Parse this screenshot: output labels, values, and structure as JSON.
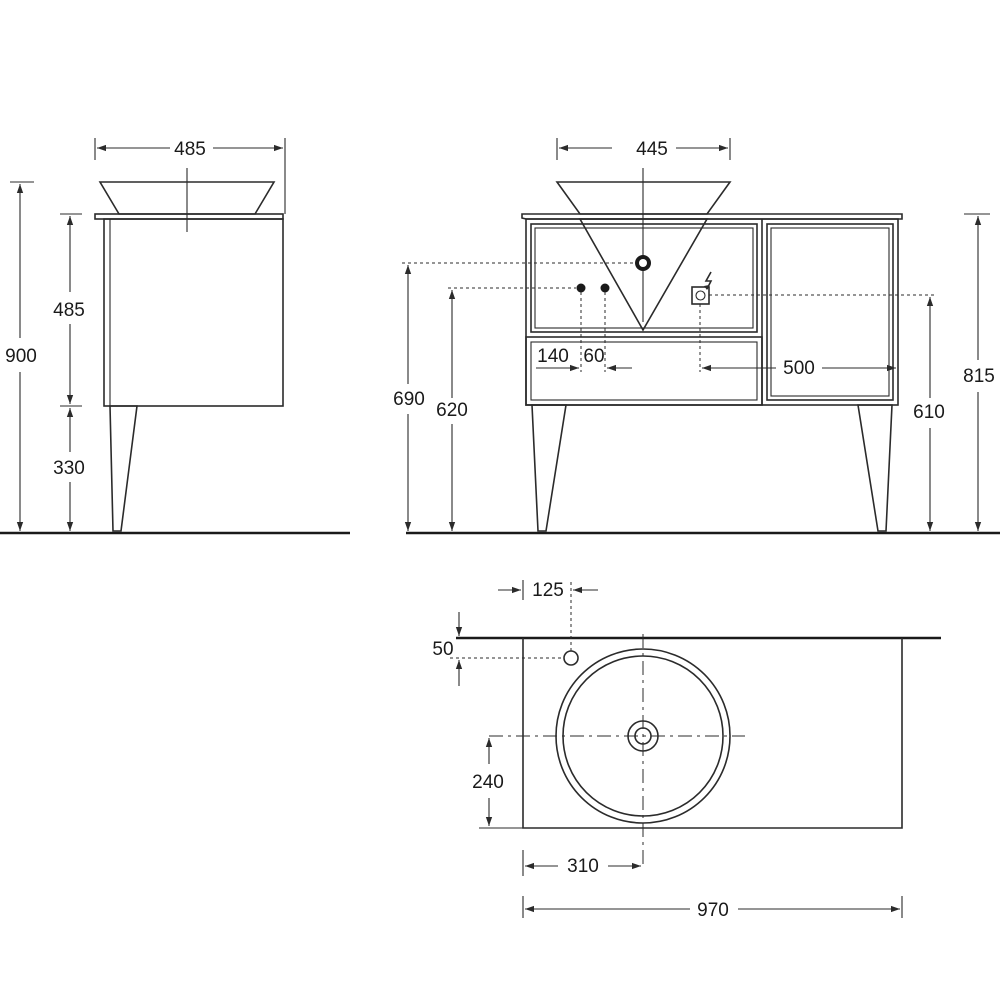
{
  "dimensions": {
    "side_top_width": "485",
    "side_total_height": "900",
    "side_cabinet_height": "485",
    "side_leg_height": "330",
    "front_basin_width": "445",
    "front_total_height": "815",
    "front_waste_height": "690",
    "front_supply_height": "620",
    "front_socket_height": "610",
    "front_supply_offset": "140",
    "front_supply_spacing": "60",
    "front_socket_offset": "500",
    "plan_tap_offset": "125",
    "plan_tap_setback": "50",
    "plan_basin_depth": "240",
    "plan_basin_offset": "310",
    "plan_total_width": "970"
  },
  "colors": {
    "line": "#2b2b2b",
    "background": "#ffffff"
  },
  "icons": {
    "socket": "electric-socket-icon"
  }
}
